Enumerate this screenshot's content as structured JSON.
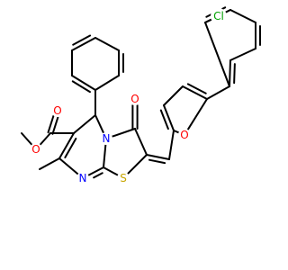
{
  "molecule": {
    "colors": {
      "C": "#000000",
      "N": "#0000ff",
      "O": "#ff0000",
      "S": "#c8a600",
      "Cl": "#00a000"
    },
    "atom_labels": {
      "o_ester_carbonyl": "O",
      "o_ester_methoxy": "O",
      "o_ketone": "O",
      "n_ring_fused": "N",
      "n_ring": "N",
      "s_ring": "S",
      "o_furan": "O",
      "cl": "Cl"
    }
  }
}
